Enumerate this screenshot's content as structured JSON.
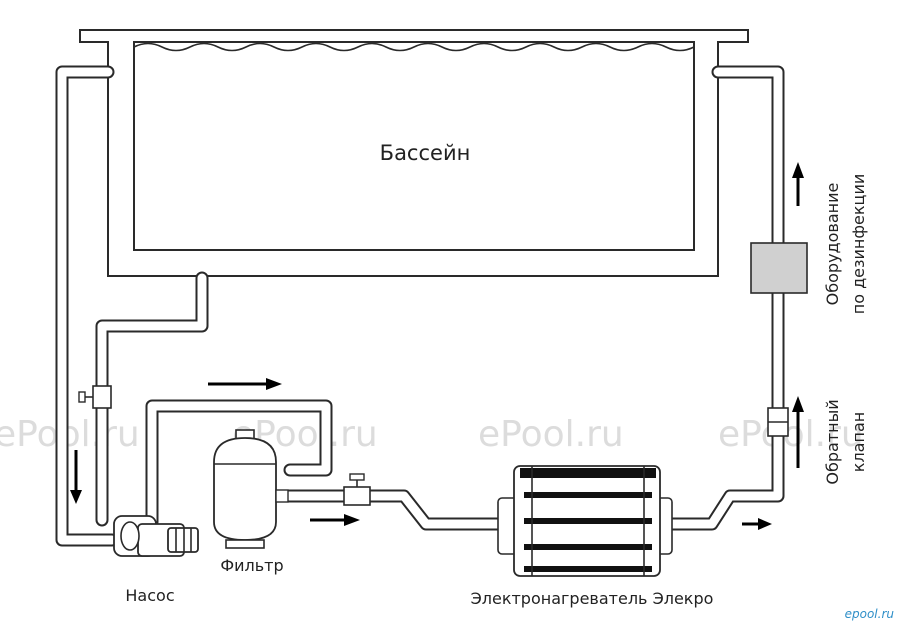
{
  "labels": {
    "pool": "Бассейн",
    "pump": "Насос",
    "filter": "Фильтр",
    "heater": "Электронагреватель Элекро",
    "disinfection_line1": "Оборудование",
    "disinfection_line2": "по дезинфекции",
    "check_valve_line1": "Обратный",
    "check_valve_line2": "клапан"
  },
  "watermark": "ePool.ru",
  "corner_logo": "epool.ru",
  "colors": {
    "line": "#2a2a2a",
    "disinfection_box": "#d0d0d0",
    "watermark": "#dcdcdc",
    "logo": "#2f8fc8"
  }
}
